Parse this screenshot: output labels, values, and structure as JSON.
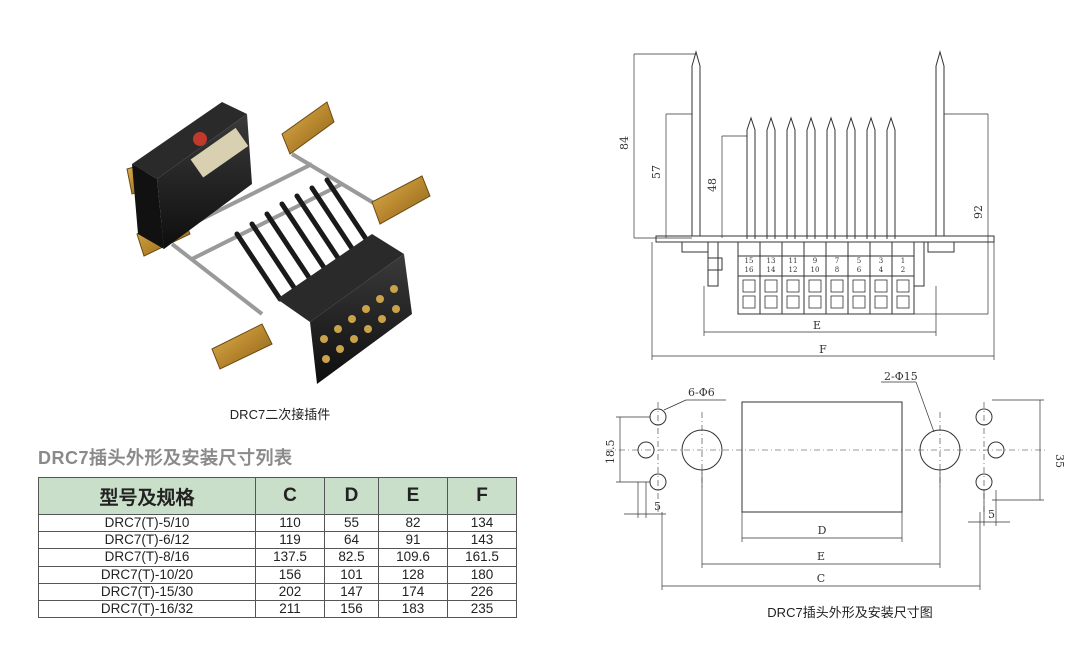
{
  "photo": {
    "caption": "DRC7二次接插件",
    "colors": {
      "body": "#1a1a1a",
      "bracket": "#b8872e",
      "pin": "#2a2a2a"
    }
  },
  "table": {
    "title": "DRC7插头外形及安装尺寸列表",
    "header_color": "#c9dfc9",
    "headers": [
      "型号及规格",
      "C",
      "D",
      "E",
      "F"
    ],
    "rows": [
      [
        "DRC7(T)-5/10",
        "110",
        "55",
        "82",
        "134"
      ],
      [
        "DRC7(T)-6/12",
        "119",
        "64",
        "91",
        "143"
      ],
      [
        "DRC7(T)-8/16",
        "137.5",
        "82.5",
        "109.6",
        "161.5"
      ],
      [
        "DRC7(T)-10/20",
        "156",
        "101",
        "128",
        "180"
      ],
      [
        "DRC7(T)-15/30",
        "202",
        "147",
        "174",
        "226"
      ],
      [
        "DRC7(T)-16/32",
        "211",
        "156",
        "183",
        "235"
      ]
    ]
  },
  "drawing_top": {
    "dim_84": "84",
    "dim_57": "57",
    "dim_48": "48",
    "dim_92": "92",
    "dim_E": "E",
    "dim_F": "F",
    "terminal_numbers_top": [
      "15",
      "13",
      "11",
      "9",
      "7",
      "5",
      "3",
      "1"
    ],
    "terminal_numbers_bottom": [
      "16",
      "14",
      "12",
      "10",
      "8",
      "6",
      "4",
      "2"
    ]
  },
  "drawing_bottom": {
    "label_holes_small": "6-Φ6",
    "label_holes_large": "2-Φ15",
    "dim_18_5": "18.5",
    "dim_35": "35",
    "dim_5_left": "5",
    "dim_5_right": "5",
    "dim_D": "D",
    "dim_E": "E",
    "dim_C": "C",
    "caption": "DRC7插头外形及安装尺寸图"
  }
}
